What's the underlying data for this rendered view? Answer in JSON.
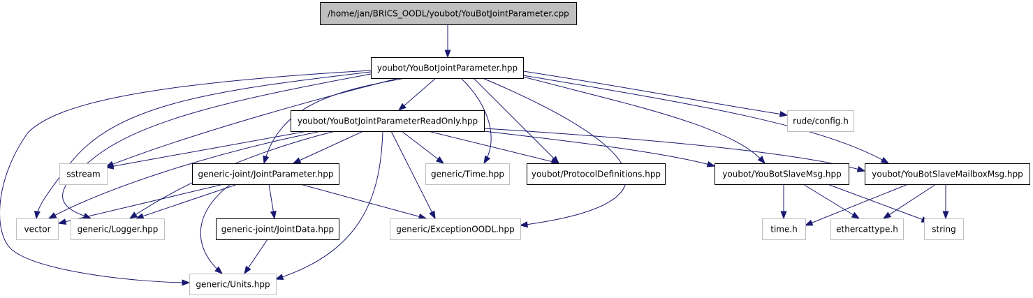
{
  "colors": {
    "edge": "#191970",
    "root_fill": "#bfbfbf",
    "documented_border": "#000000",
    "external_border": "#bfbfbf"
  },
  "nodes": {
    "root": {
      "label": "/home/jan/BRICS_OODL/youbot/YouBotJointParameter.cpp",
      "kind": "root"
    },
    "jp_hpp": {
      "label": "youbot/YouBotJointParameter.hpp",
      "kind": "doc"
    },
    "rude_config": {
      "label": "rude/config.h",
      "kind": "ext"
    },
    "jp_readonly": {
      "label": "youbot/YouBotJointParameterReadOnly.hpp",
      "kind": "doc"
    },
    "sstream": {
      "label": "sstream",
      "kind": "ext"
    },
    "joint_param": {
      "label": "generic-joint/JointParameter.hpp",
      "kind": "doc"
    },
    "time_hpp": {
      "label": "generic/Time.hpp",
      "kind": "ext"
    },
    "protocol_defs": {
      "label": "youbot/ProtocolDefinitions.hpp",
      "kind": "doc"
    },
    "slave_msg": {
      "label": "youbot/YouBotSlaveMsg.hpp",
      "kind": "doc"
    },
    "slave_mailbox": {
      "label": "youbot/YouBotSlaveMailboxMsg.hpp",
      "kind": "doc"
    },
    "vector": {
      "label": "vector",
      "kind": "ext"
    },
    "logger": {
      "label": "generic/Logger.hpp",
      "kind": "ext"
    },
    "joint_data": {
      "label": "generic-joint/JointData.hpp",
      "kind": "doc"
    },
    "exception": {
      "label": "generic/ExceptionOODL.hpp",
      "kind": "ext"
    },
    "time_h": {
      "label": "time.h",
      "kind": "ext"
    },
    "ethercattype": {
      "label": "ethercattype.h",
      "kind": "ext"
    },
    "string": {
      "label": "string",
      "kind": "ext"
    },
    "units": {
      "label": "generic/Units.hpp",
      "kind": "ext"
    }
  }
}
